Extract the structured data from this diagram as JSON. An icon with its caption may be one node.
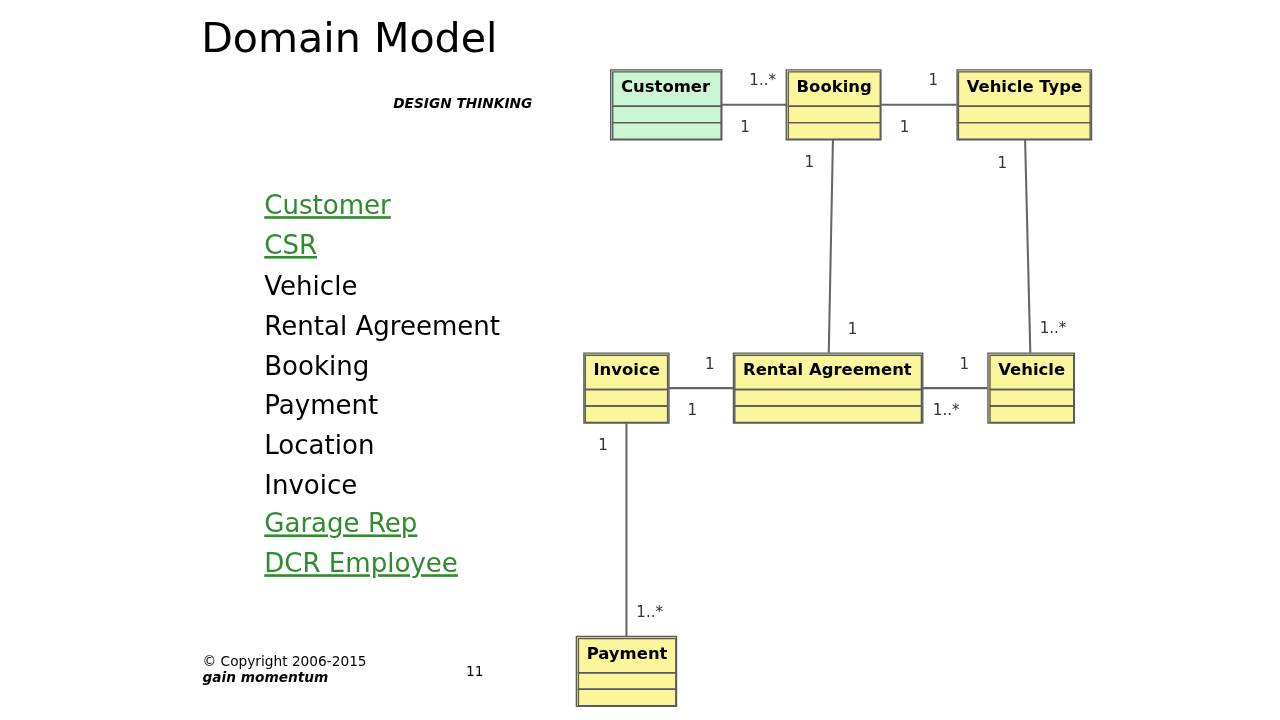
{
  "diagram": {
    "title": "Domain Model",
    "nodes": [
      {
        "text": [
          "Customer"
        ]
      },
      {
        "text": [
          "Booking"
        ]
      },
      {
        "text": [
          "Vehicle Type"
        ]
      },
      {
        "text": [
          "Invoice"
        ]
      },
      {
        "text": [
          "Rental Agreement"
        ]
      },
      {
        "text": [
          "Vehicle"
        ]
      },
      {
        "text": [
          "Payment"
        ]
      }
    ],
    "edges": [
      {
        "from": 0,
        "to": 1,
        "arrow": "none"
      },
      {
        "from": 1,
        "to": 2,
        "arrow": "none"
      },
      {
        "from": 1,
        "to": 4,
        "arrow": "none"
      },
      {
        "from": 2,
        "to": 5,
        "arrow": "none"
      },
      {
        "from": 3,
        "to": 4,
        "arrow": "none"
      },
      {
        "from": 4,
        "to": 5,
        "arrow": "none"
      },
      {
        "from": 3,
        "to": 6,
        "arrow": "none"
      }
    ],
    "labels": [
      "DESIGN THINKING",
      "Customer",
      "CSR",
      "Vehicle",
      "Rental Agreement",
      "Booking",
      "Payment",
      "Location",
      "Invoice",
      "Garage Rep",
      "DCR Employee",
      "1",
      "1..*",
      "1",
      "1",
      "1",
      "1",
      "1",
      "1..*",
      "1",
      "1",
      "1..*",
      "1",
      "1",
      "1..*",
      "© Copyright 2006-2015",
      "gain momentum",
      "11"
    ]
  }
}
